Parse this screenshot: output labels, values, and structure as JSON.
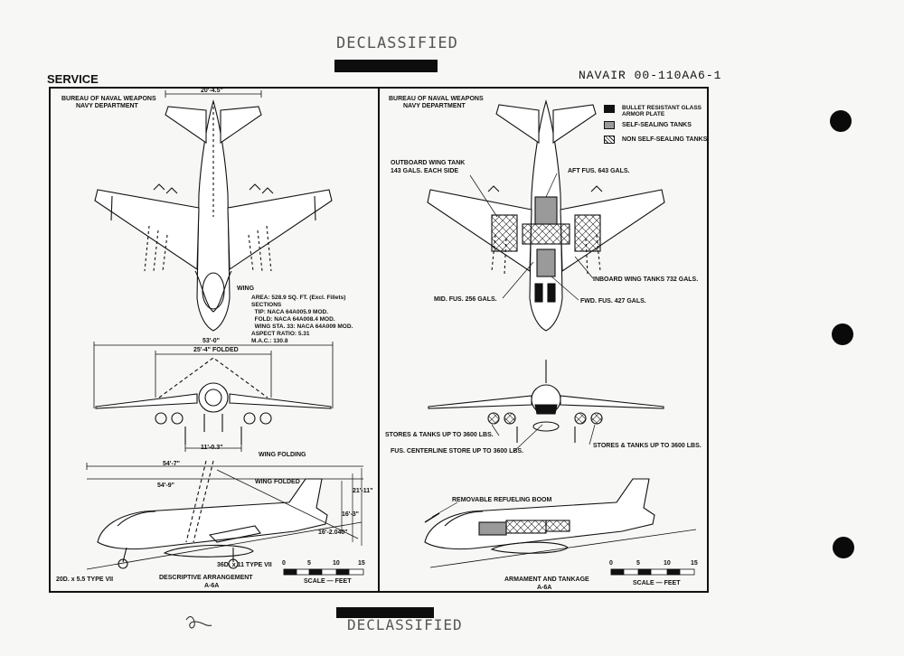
{
  "stamps": {
    "top": "DECLASSIFIED",
    "bottom": "DECLASSIFIED"
  },
  "header": {
    "section": "SERVICE",
    "doc_number": "NAVAIR 00-110AA6-1"
  },
  "left_panel": {
    "org_line1": "BUREAU OF NAVAL WEAPONS",
    "org_line2": "NAVY DEPARTMENT",
    "dim_span_tail": "20'-4.5\"",
    "wing_title": "WING",
    "wing_specs": "AREA: 528.9 SQ. FT. (Excl. Fillets)\nSECTIONS\n  TIP: NACA 64A005.9 MOD.\n  FOLD: NACA 64A008.4 MOD.\n  WING STA. 33: NACA 64A009 MOD.\nASPECT RATIO: 5.31\nM.A.C.: 130.8",
    "dim_span": "53'-0\"",
    "dim_folded": "25'-4\" FOLDED",
    "dim_track": "11'-0.3\"",
    "label_wing_folding": "WING FOLDING",
    "label_wing_folded": "WING FOLDED",
    "dim_len1": "54'-7\"",
    "dim_len2": "54'-9\"",
    "dim_h1": "21'-11\"",
    "dim_h2": "16'-3\"",
    "dim_h3": "16'-2.040\"",
    "tire_main": "36D. x 11 TYPE VII",
    "tire_nose": "20D. x 5.5 TYPE VII",
    "caption": "DESCRIPTIVE ARRANGEMENT",
    "model": "A-6A",
    "scale_ticks": [
      "0",
      "5",
      "10",
      "15"
    ],
    "scale_label": "SCALE — FEET"
  },
  "right_panel": {
    "org_line1": "BUREAU OF NAVAL WEAPONS",
    "org_line2": "NAVY DEPARTMENT",
    "legend": [
      {
        "label": "BULLET RESISTANT GLASS ARMOR PLATE",
        "fill": "#111111"
      },
      {
        "label": "SELF-SEALING TANKS",
        "fill": "#9a9a9a"
      },
      {
        "label": "NON SELF-SEALING TANKS",
        "fill": "crosshatch"
      }
    ],
    "outboard_tank": "OUTBOARD WING TANK\n143 GALS. EACH SIDE",
    "aft_fus": "AFT FUS. 643 GALS.",
    "inboard_tanks": "INBOARD WING TANKS 732 GALS.",
    "mid_fus": "MID. FUS. 256 GALS.",
    "fwd_fus": "FWD. FUS. 427 GALS.",
    "stores_left": "STORES & TANKS UP TO 3600 LBS.",
    "centerline": "FUS. CENTERLINE STORE UP TO 3600 LBS.",
    "stores_right": "STORES & TANKS UP TO 3600 LBS.",
    "refuel_boom": "REMOVABLE REFUELING BOOM",
    "caption": "ARMAMENT AND TANKAGE",
    "model": "A-6A",
    "scale_ticks": [
      "0",
      "5",
      "10",
      "15"
    ],
    "scale_label": "SCALE — FEET"
  }
}
